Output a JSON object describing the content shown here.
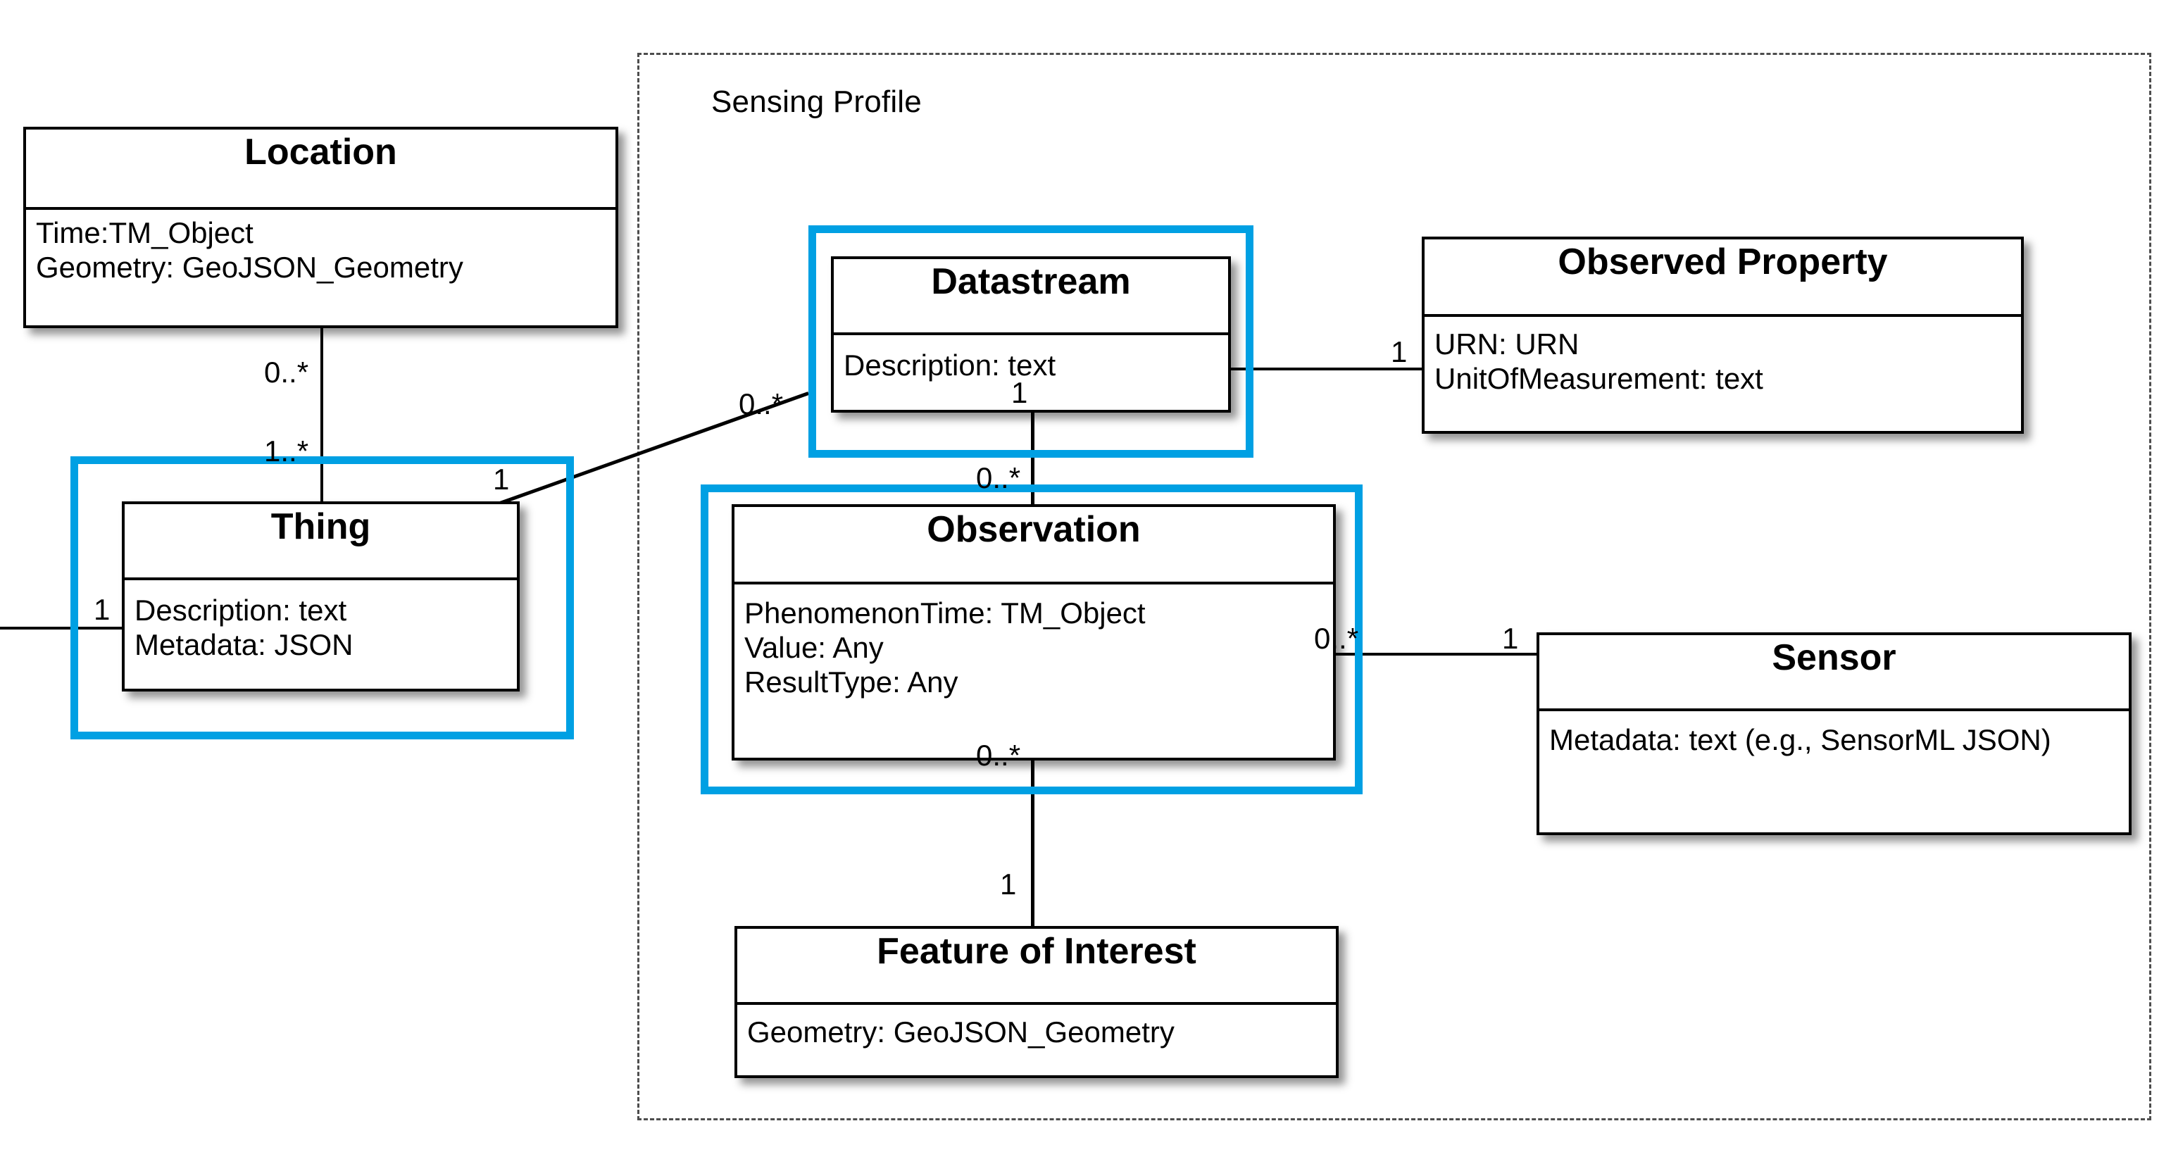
{
  "diagram": {
    "title": "Sensing Profile UML Class Diagram",
    "package_label": "Sensing Profile",
    "accent_color": "#00a0e3",
    "line_color": "#000000",
    "package_border_color": "#4d4d4d"
  },
  "classes": {
    "location": {
      "name": "Location",
      "attributes": [
        "Time:TM_Object",
        "Geometry: GeoJSON_Geometry"
      ]
    },
    "thing": {
      "name": "Thing",
      "attributes": [
        "Description: text",
        "Metadata: JSON"
      ]
    },
    "datastream": {
      "name": "Datastream",
      "attributes": [
        "Description: text"
      ]
    },
    "observed_property": {
      "name": "Observed Property",
      "attributes": [
        "URN: URN",
        "UnitOfMeasurement: text"
      ]
    },
    "observation": {
      "name": "Observation",
      "attributes": [
        "PhenomenonTime: TM_Object",
        "Value: Any",
        "ResultType: Any"
      ]
    },
    "sensor": {
      "name": "Sensor",
      "attributes": [
        "Metadata: text (e.g., SensorML JSON)"
      ]
    },
    "feature_of_interest": {
      "name": "Feature of Interest",
      "attributes": [
        "Geometry: GeoJSON_Geometry"
      ]
    }
  },
  "associations": [
    {
      "id": "location-thing",
      "from": "location",
      "to": "thing",
      "from_multiplicity": "0..*",
      "to_multiplicity": "1..*"
    },
    {
      "id": "thing-datastream",
      "from": "thing",
      "to": "datastream",
      "from_multiplicity": "1",
      "to_multiplicity": "0..*"
    },
    {
      "id": "datastream-observedproperty",
      "from": "datastream",
      "to": "observed_property",
      "from_multiplicity": "",
      "to_multiplicity": "1"
    },
    {
      "id": "datastream-observation",
      "from": "datastream",
      "to": "observation",
      "from_multiplicity": "1",
      "to_multiplicity": "0..*"
    },
    {
      "id": "observation-sensor",
      "from": "observation",
      "to": "sensor",
      "from_multiplicity": "0..*",
      "to_multiplicity": "1"
    },
    {
      "id": "observation-featureofinterest",
      "from": "observation",
      "to": "feature_of_interest",
      "from_multiplicity": "0..*",
      "to_multiplicity": "1"
    },
    {
      "id": "thing-external-left",
      "from": "external",
      "to": "thing",
      "from_multiplicity": "",
      "to_multiplicity": "1"
    }
  ],
  "multiplicity_labels": {
    "location_thing_top": "0..*",
    "location_thing_bottom": "1..*",
    "thing_right": "1",
    "thing_left": "1",
    "datastream_left": "0..*",
    "observedproperty_left": "1",
    "datastream_bottom": "1",
    "observation_top": "0..*",
    "observation_right": "0..*",
    "sensor_left": "1",
    "observation_bottom": "0..*",
    "featureofinterest_top": "1"
  }
}
